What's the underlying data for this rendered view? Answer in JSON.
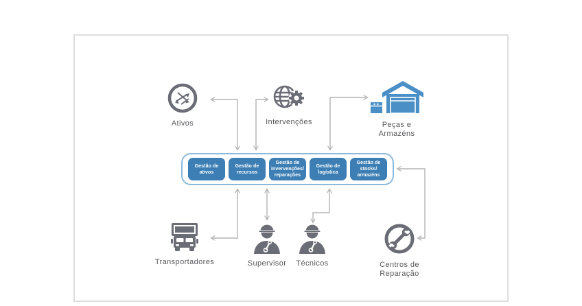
{
  "diagram": {
    "top_nodes": [
      {
        "label": "Ativos",
        "icon": "network-globe-icon"
      },
      {
        "label": "Intervenções",
        "icon": "globe-gear-icon"
      },
      {
        "label": "Peças e\nArmazéns",
        "icon": "warehouse-icon"
      }
    ],
    "center_modules": [
      {
        "label": "Gestão de\nativos"
      },
      {
        "label": "Gestão de\nrecursos"
      },
      {
        "label": "Gestão de\ninvervenções/\nreparações"
      },
      {
        "label": "Gestão de\nlogística"
      },
      {
        "label": "Gestão de\nstocks/\narmazéns"
      }
    ],
    "bottom_nodes": [
      {
        "label": "Transportadores",
        "icon": "truck-icon"
      },
      {
        "label": "Supervisor",
        "icon": "worker-helmet-icon"
      },
      {
        "label": "Técnicos",
        "icon": "worker-helmet-icon"
      },
      {
        "label": "Centros de\nReparação",
        "icon": "wrench-circle-icon"
      }
    ],
    "colors": {
      "module_blue": "#3d7fb5",
      "container_border_blue": "#8cb9dc",
      "icon_gray": "#6b6d76",
      "arrow_gray": "#b3b3b3",
      "label_gray": "#57585b",
      "warehouse_blue": "#4a8fc6",
      "panel_border": "#dedede"
    }
  }
}
